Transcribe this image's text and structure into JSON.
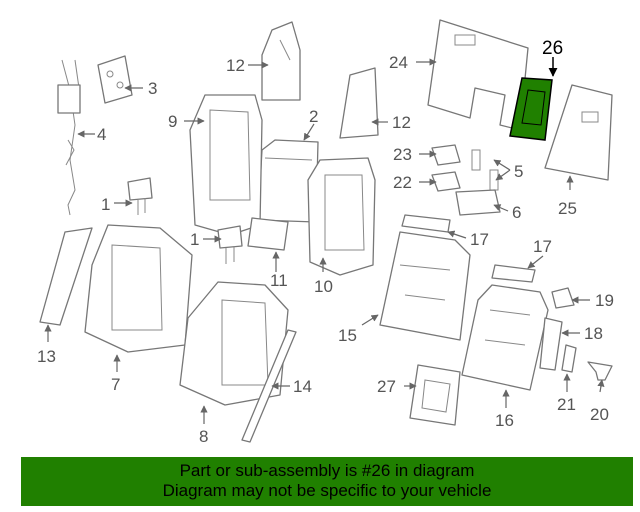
{
  "highlight_color": "#208000",
  "highlighted_part": "26",
  "callouts": {
    "c26": "26",
    "c24": "24",
    "c12a": "12",
    "c3": "3",
    "c2": "2",
    "c9": "9",
    "c12b": "12",
    "c4": "4",
    "c23": "23",
    "c5": "5",
    "c22": "22",
    "c6": "6",
    "c25": "25",
    "c1a": "1",
    "c1b": "1",
    "c17a": "17",
    "c17b": "17",
    "c11": "11",
    "c10": "10",
    "c19": "19",
    "c13": "13",
    "c15": "15",
    "c18": "18",
    "c7": "7",
    "c14": "14",
    "c27": "27",
    "c21": "21",
    "c20": "20",
    "c16": "16",
    "c8": "8"
  },
  "banner": {
    "line1": "Part or sub-assembly is #26 in diagram",
    "line2": "Diagram may not be specific to your vehicle"
  }
}
